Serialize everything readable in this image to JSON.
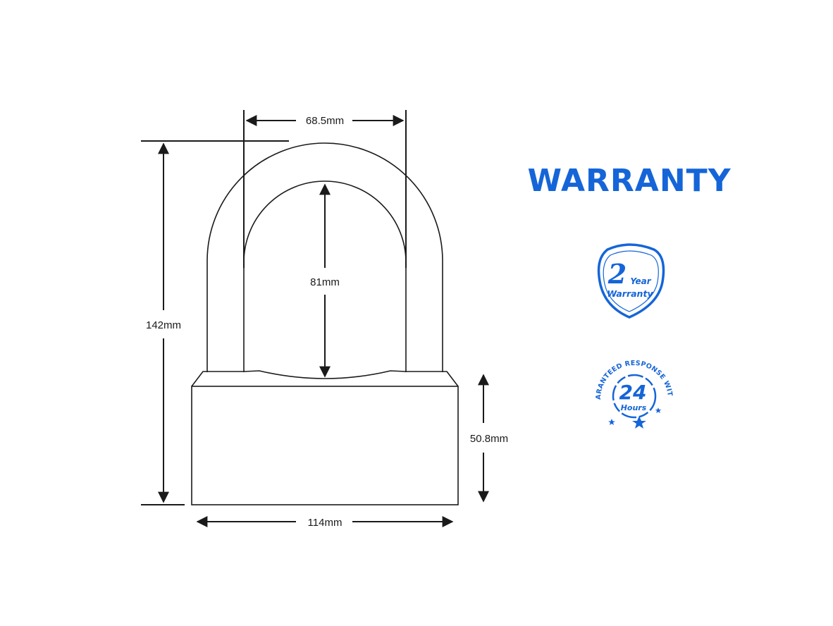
{
  "dimensions": {
    "shackle_width": "68.5mm",
    "overall_height": "142mm",
    "shackle_clearance": "81mm",
    "body_height": "50.8mm",
    "body_width": "114mm"
  },
  "warranty": {
    "title": "WARRANTY",
    "badge_year": {
      "number": "2",
      "line1": "Year",
      "line2": "Warranty"
    },
    "badge_response": {
      "arc_text": "GUARANTEED RESPONSE WITHIN",
      "number": "24",
      "unit": "Hours"
    }
  },
  "colors": {
    "accent": "#1565d8",
    "line": "#1a1a1a"
  }
}
